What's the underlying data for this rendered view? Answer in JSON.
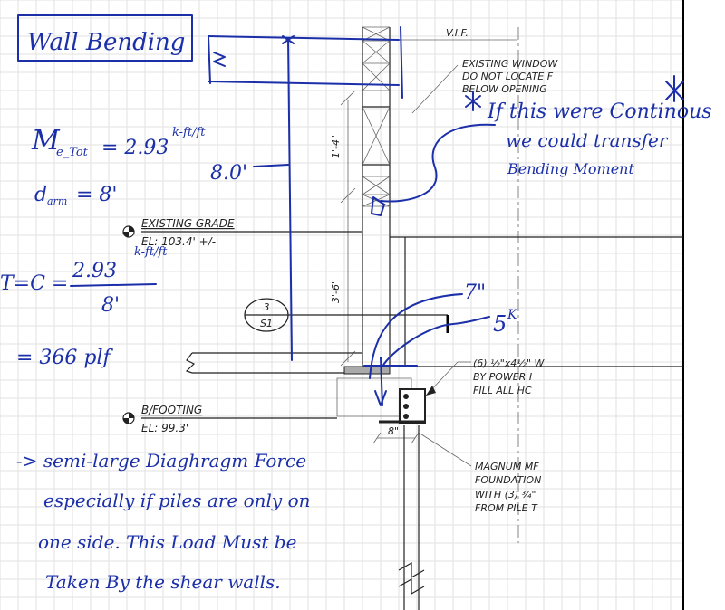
{
  "colors": {
    "ink": "#1b2fa8",
    "cad": "#222222",
    "grid": "#e2e2e2",
    "frame": "#000000"
  },
  "hand": {
    "title": "Wall Bending",
    "moment_eq": "M",
    "moment_sub": "e_Tot",
    "moment_val": "= 2.93",
    "moment_unit": "k-ft/ft",
    "darm": "d",
    "darm_sub": "arm",
    "darm_val": "= 8'",
    "height_8": "8.0'",
    "tc_left": "T=C =",
    "tc_num": "2.93",
    "tc_num_unit": "k-ft/ft",
    "tc_den": "8'",
    "result": "= 366 plf",
    "seven": "7\"",
    "five": "5",
    "five_unit": "K",
    "note_star_line1": "If this were Continous",
    "note_star_line2": "we could transfer",
    "note_star_line3": "Bending Moment",
    "diag_line1": "-> semi-large Diaghragm Force",
    "diag_line2": "especially if piles are only on",
    "diag_line3": "one side. This Load Must be",
    "diag_line4": "Taken By the shear walls."
  },
  "cad": {
    "vif": "V.I.F.",
    "win_line1": "EXISTING WINDOW",
    "win_line2": "DO NOT LOCATE F",
    "win_line3": "BELOW OPENING",
    "dim_14": "1'-4\"",
    "dim_36": "3'-6\"",
    "grade_label": "EXISTING GRADE",
    "grade_el": "EL: 103.4' +/-",
    "section_num": "3",
    "section_sheet": "S1",
    "bolt_line1": "(6) ½\"x4½\" W",
    "bolt_line2": "BY POWER I",
    "bolt_line3": "FILL ALL HC",
    "footing_label": "B/FOOTING",
    "footing_el": "EL: 99.3'",
    "dim_8": "8\"",
    "magnum_line1": "MAGNUM MF",
    "magnum_line2": "FOUNDATION",
    "magnum_line3": "WITH (3) ¾\"",
    "magnum_line4": "FROM PILE T"
  }
}
